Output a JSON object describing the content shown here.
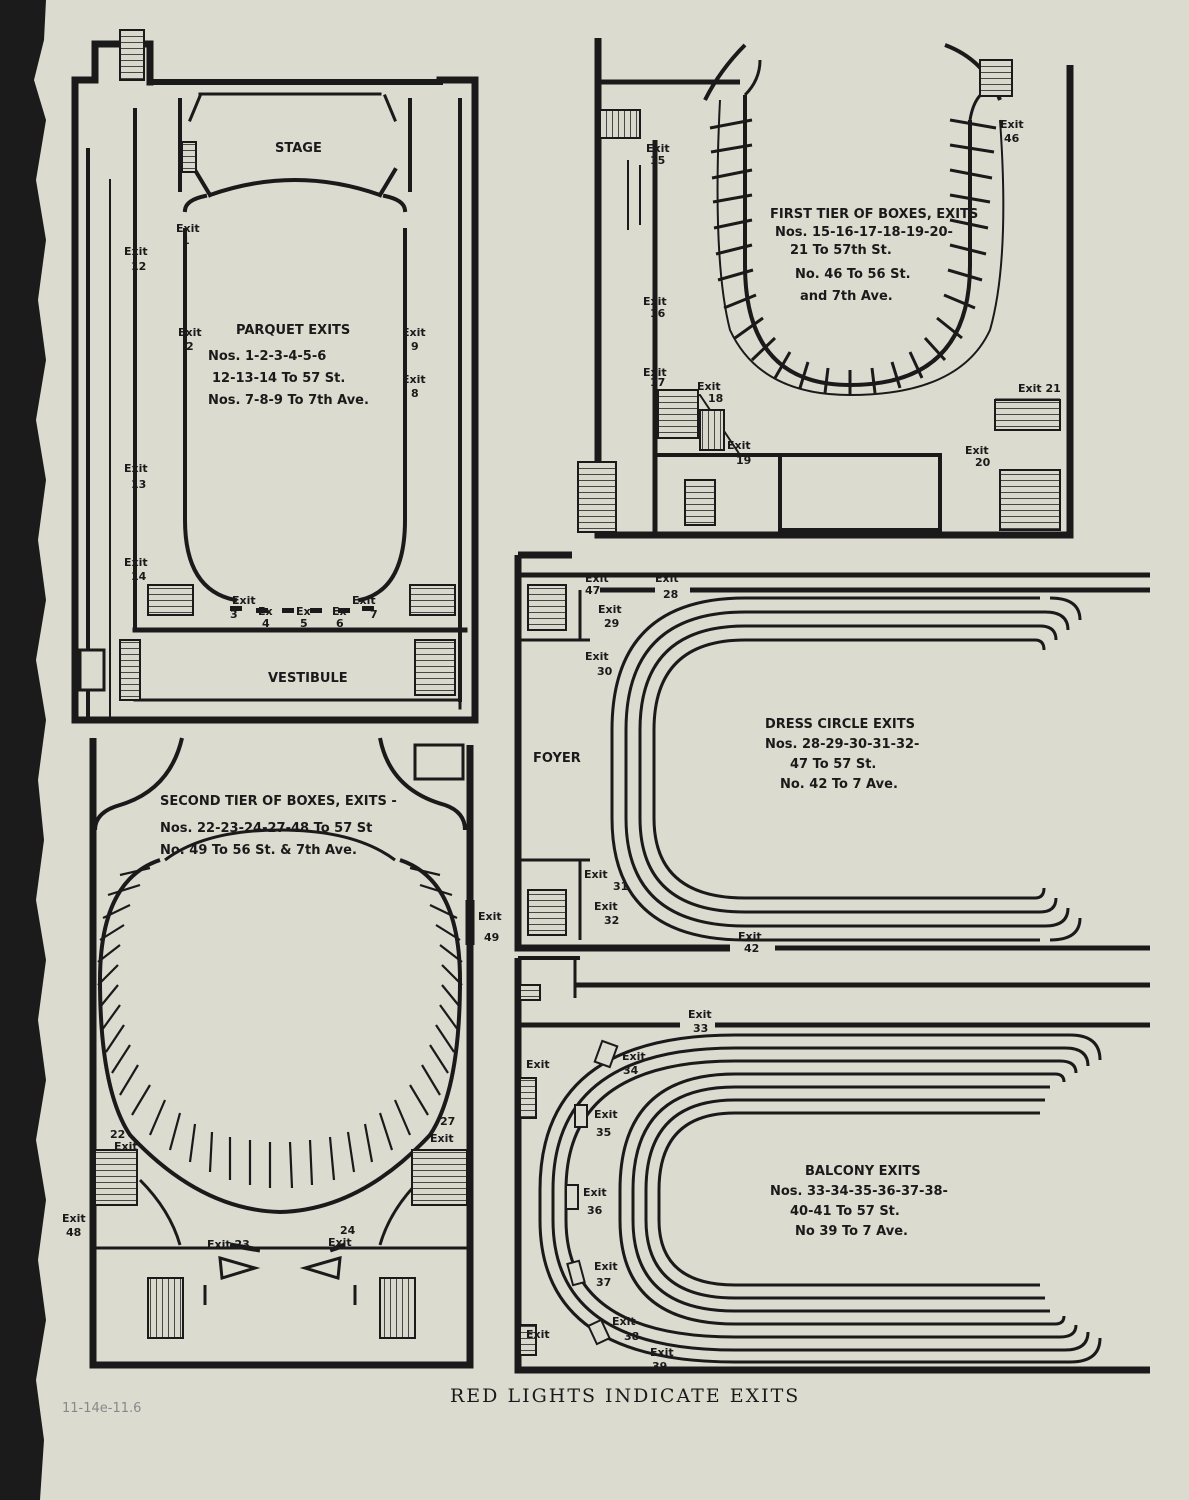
{
  "caption": "RED LIGHTS INDICATE EXITS",
  "pencil_note": "11-14e-11.6",
  "parquet": {
    "stage": "STAGE",
    "vestibule": "VESTIBULE",
    "title": "PARQUET EXITS",
    "line1": "Nos. 1-2-3-4-5-6",
    "line2": "12-13-14 To 57 St.",
    "line3": "Nos. 7-8-9 To 7th Ave.",
    "exits": {
      "e1": [
        "Exit",
        "1"
      ],
      "e2": [
        "Exit",
        "2"
      ],
      "e9": [
        "Exit",
        "9"
      ],
      "e8": [
        "Exit",
        "8"
      ],
      "e12": [
        "Exit",
        "12"
      ],
      "e13": [
        "Exit",
        "13"
      ],
      "e14": [
        "Exit",
        "14"
      ],
      "e3": [
        "Exit",
        "3"
      ],
      "e4": [
        "Ex",
        "4"
      ],
      "e5": [
        "Ex",
        "5"
      ],
      "e6": [
        "Ex",
        "6"
      ],
      "e7": [
        "Exit",
        "7"
      ]
    }
  },
  "first_tier": {
    "title": "FIRST TIER OF BOXES, EXITS",
    "line1": "Nos. 15-16-17-18-19-20-",
    "line2": "21 To 57th St.",
    "line3": "No. 46 To 56 St.",
    "line4": "and 7th Ave.",
    "exits": {
      "e15": [
        "Exit",
        "15"
      ],
      "e16": [
        "Exit",
        "16"
      ],
      "e17": [
        "Exit",
        "17"
      ],
      "e18": [
        "Exit",
        "18"
      ],
      "e19": [
        "Exit",
        "19"
      ],
      "e20": [
        "Exit",
        "20"
      ],
      "e21": [
        "Exit 21",
        ""
      ],
      "e46": [
        "Exit",
        "46"
      ]
    }
  },
  "dress_circle": {
    "foyer": "FOYER",
    "title": "DRESS CIRCLE EXITS",
    "line1": "Nos. 28-29-30-31-32-",
    "line2": "47 To 57 St.",
    "line3": "No. 42 To 7 Ave.",
    "exits": {
      "e47": [
        "Exit",
        "47"
      ],
      "e28": [
        "Exit",
        "28"
      ],
      "e29": [
        "Exit",
        "29"
      ],
      "e30": [
        "Exit",
        "30"
      ],
      "e31": [
        "Exit",
        "31"
      ],
      "e32": [
        "Exit",
        "32"
      ],
      "e42": [
        "Exit",
        "42"
      ]
    }
  },
  "second_tier": {
    "title": "SECOND TIER OF BOXES, EXITS -",
    "line1": "Nos. 22-23-24-27-48 To 57 St",
    "line2": "No. 49 To 56 St. & 7th Ave.",
    "exits": {
      "e49": [
        "Exit",
        "49"
      ],
      "e22": [
        "22",
        "Exit"
      ],
      "e27": [
        "27",
        "Exit"
      ],
      "e48": [
        "Exit",
        "48"
      ],
      "e23": [
        "Exit 23",
        ""
      ],
      "e24": [
        "24",
        "Exit"
      ]
    }
  },
  "balcony": {
    "title": "BALCONY EXITS",
    "line1": "Nos. 33-34-35-36-37-38-",
    "line2": "40-41 To 57 St.",
    "line3": "No 39 To 7 Ave.",
    "exits": {
      "e33": [
        "Exit",
        "33"
      ],
      "e34": [
        "Exit",
        "34"
      ],
      "e35": [
        "Exit",
        "35"
      ],
      "e36": [
        "Exit",
        "36"
      ],
      "e37": [
        "Exit",
        "37"
      ],
      "e38": [
        "Exit",
        "38"
      ],
      "e39": [
        "Exit",
        "39"
      ],
      "e40": [
        "Exit",
        ""
      ],
      "e41": [
        "Exit",
        ""
      ]
    }
  }
}
